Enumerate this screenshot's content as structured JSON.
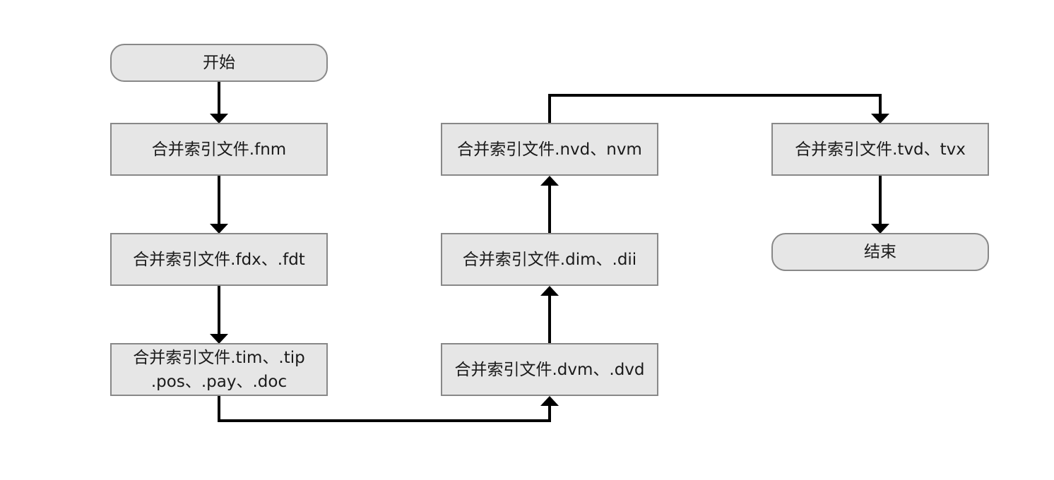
{
  "nodes": {
    "start": "开始",
    "fnm": "合并索引文件.fnm",
    "fdx": "合并索引文件.fdx、.fdt",
    "tim": "合并索引文件.tim、.tip\n.pos、.pay、.doc",
    "dvm": "合并索引文件.dvm、.dvd",
    "dim": "合并索引文件.dim、.dii",
    "nvd": "合并索引文件.nvd、nvm",
    "tvd": "合并索引文件.tvd、tvx",
    "end": "结束"
  },
  "edges": [
    [
      "start",
      "fnm"
    ],
    [
      "fnm",
      "fdx"
    ],
    [
      "fdx",
      "tim"
    ],
    [
      "tim",
      "dvm"
    ],
    [
      "dvm",
      "dim"
    ],
    [
      "dim",
      "nvd"
    ],
    [
      "nvd",
      "tvd"
    ],
    [
      "tvd",
      "end"
    ]
  ],
  "colors": {
    "node_fill": "#e6e6e6",
    "node_border": "#888888",
    "connector": "#000000",
    "text": "#1a1a1a"
  }
}
